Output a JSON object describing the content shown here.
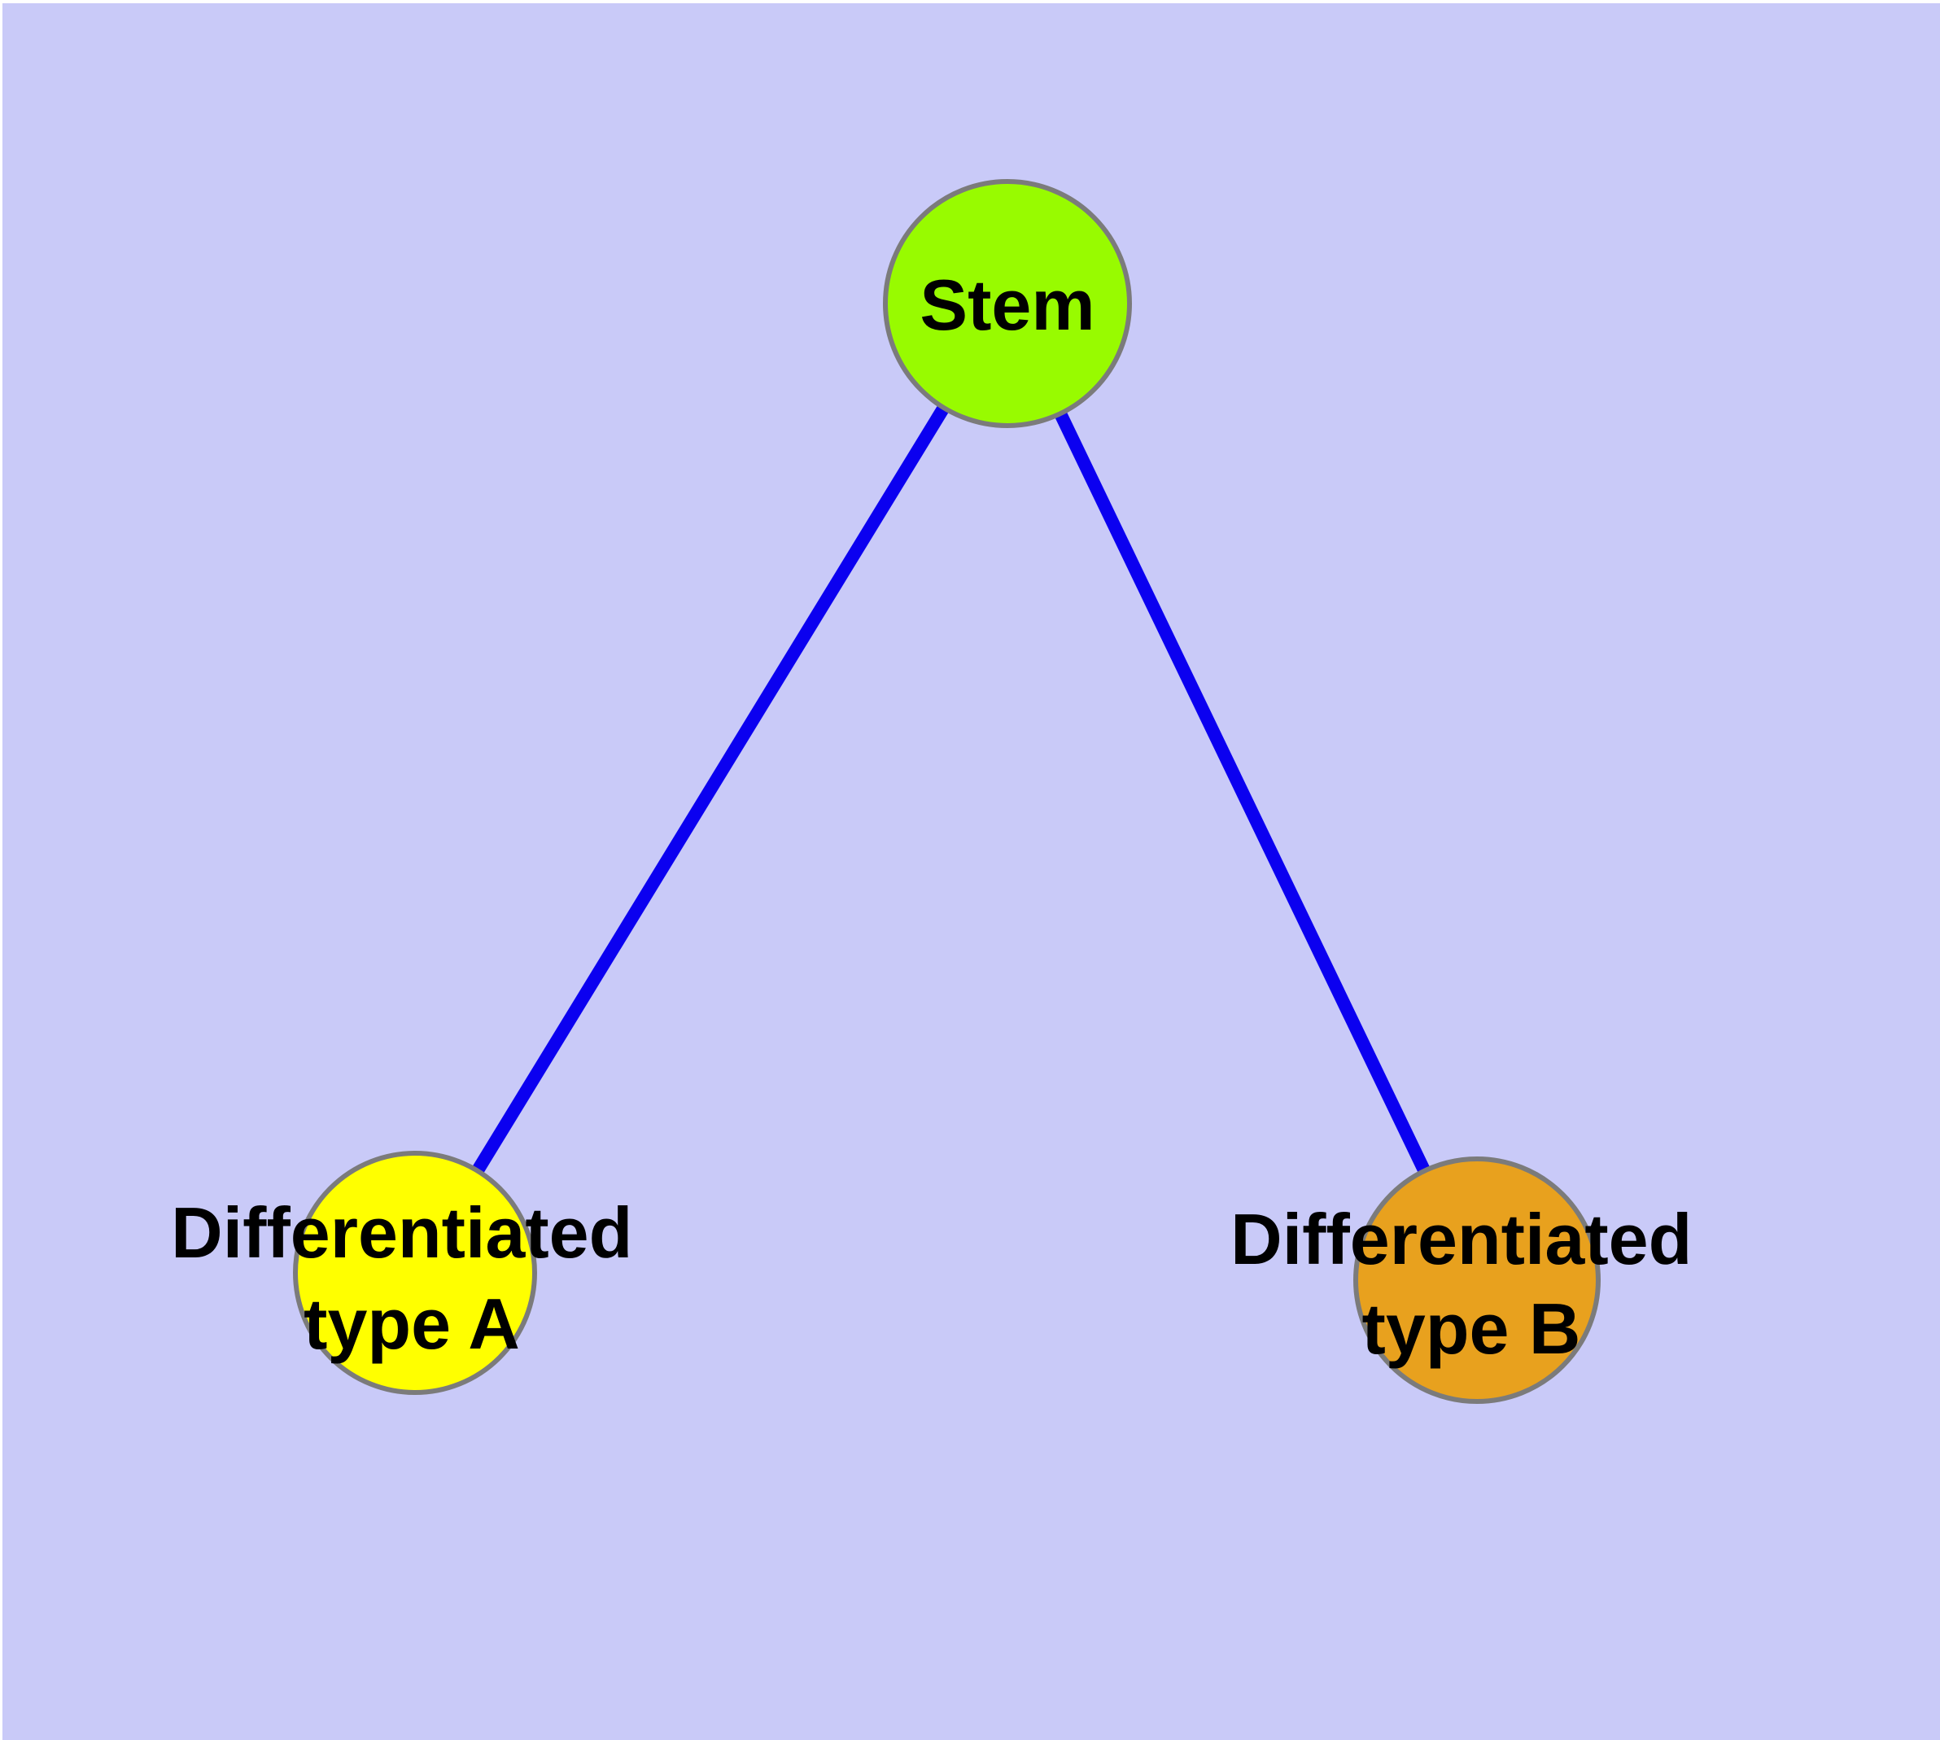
{
  "diagram": {
    "type": "node-link-graph",
    "background_color": "#c9caf8",
    "margin_color": "#ffffff",
    "edge_color": "#0b00f0",
    "node_border_color": "#7b7b7b",
    "label_color": "#000000",
    "nodes": [
      {
        "id": "stem",
        "label": "Stem",
        "fill": "#98fb00"
      },
      {
        "id": "differentiated-type-a",
        "label": "Differentiated type A",
        "label_line1": "Differentiated",
        "label_line2": "type A",
        "fill": "#ffff00"
      },
      {
        "id": "differentiated-type-b",
        "label": "Differentiated type B",
        "label_line1": "Differentiated",
        "label_line2": "type B",
        "fill": "#e8a11e"
      }
    ],
    "edges": [
      {
        "from": "Stem",
        "to": "Differentiated type A"
      },
      {
        "from": "Stem",
        "to": "Differentiated type B"
      }
    ]
  }
}
